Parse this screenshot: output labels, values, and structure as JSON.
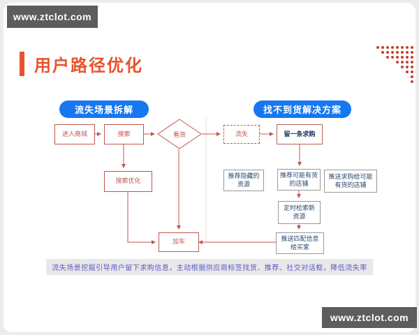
{
  "banner": {
    "url": "www.ztclot.com"
  },
  "title": {
    "text": "用户路径优化"
  },
  "sections": {
    "left_header": "流失场景拆解",
    "right_header": "找不到货解决方案"
  },
  "nodes": {
    "enter_mall": "进入商城",
    "search": "搜索",
    "view_goods": "看货",
    "search_optimize": "搜索优化",
    "add_cart": "加车",
    "churn": "流失",
    "leave_request": "留一条求购",
    "recommend_hidden": "推荐隐藏的资源",
    "recommend_shops": "推荐可能有货的店铺",
    "push_request_shops": "推送求购给可能有货的店铺",
    "scheduled_search": "定时检索新资源",
    "push_match_info": "推送匹配信息给买家"
  },
  "caption": "流失场景挖掘引导用户留下求购信息，主动根据供应商标签找货、推荐、社交对话框，降低流失率",
  "colors": {
    "accent_orange": "#e8532b",
    "pill_blue": "#1677f0",
    "flow_red": "#c0574f",
    "caption_purple": "#5b59cb",
    "banner_gray": "#5d5d5d"
  }
}
